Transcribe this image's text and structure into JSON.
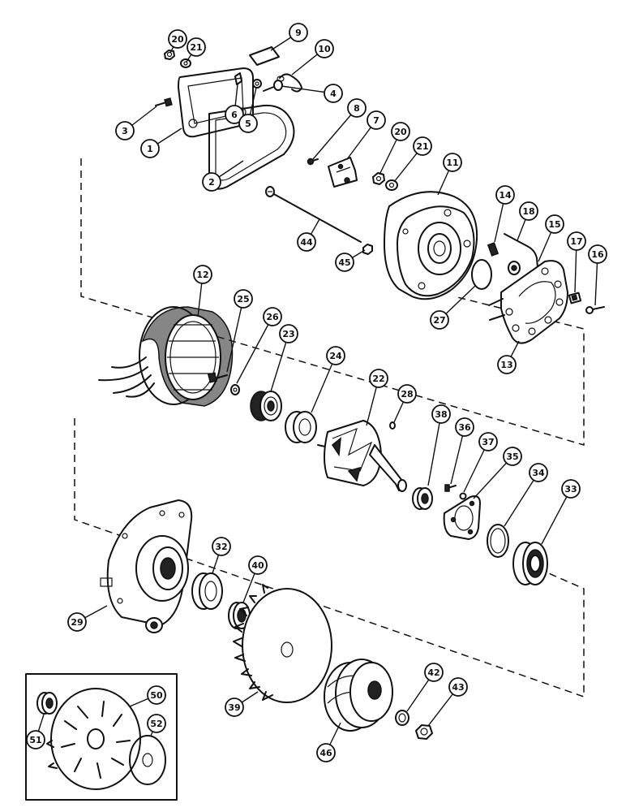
{
  "diagram": {
    "type": "exploded-parts-view",
    "callouts": [
      {
        "id": "c20a",
        "label": "20"
      },
      {
        "id": "c21a",
        "label": "21"
      },
      {
        "id": "c9",
        "label": "9"
      },
      {
        "id": "c10",
        "label": "10"
      },
      {
        "id": "c4",
        "label": "4"
      },
      {
        "id": "c6",
        "label": "6"
      },
      {
        "id": "c5",
        "label": "5"
      },
      {
        "id": "c3",
        "label": "3"
      },
      {
        "id": "c1",
        "label": "1"
      },
      {
        "id": "c2",
        "label": "2"
      },
      {
        "id": "c8",
        "label": "8"
      },
      {
        "id": "c7",
        "label": "7"
      },
      {
        "id": "c20b",
        "label": "20"
      },
      {
        "id": "c21b",
        "label": "21"
      },
      {
        "id": "c11",
        "label": "11"
      },
      {
        "id": "c14",
        "label": "14"
      },
      {
        "id": "c18",
        "label": "18"
      },
      {
        "id": "c15",
        "label": "15"
      },
      {
        "id": "c17",
        "label": "17"
      },
      {
        "id": "c16",
        "label": "16"
      },
      {
        "id": "c44",
        "label": "44"
      },
      {
        "id": "c45",
        "label": "45"
      },
      {
        "id": "c27",
        "label": "27"
      },
      {
        "id": "c13",
        "label": "13"
      },
      {
        "id": "c12",
        "label": "12"
      },
      {
        "id": "c25",
        "label": "25"
      },
      {
        "id": "c26",
        "label": "26"
      },
      {
        "id": "c23",
        "label": "23"
      },
      {
        "id": "c24",
        "label": "24"
      },
      {
        "id": "c22",
        "label": "22"
      },
      {
        "id": "c28",
        "label": "28"
      },
      {
        "id": "c38",
        "label": "38"
      },
      {
        "id": "c36",
        "label": "36"
      },
      {
        "id": "c37",
        "label": "37"
      },
      {
        "id": "c35",
        "label": "35"
      },
      {
        "id": "c34",
        "label": "34"
      },
      {
        "id": "c33",
        "label": "33"
      },
      {
        "id": "c32",
        "label": "32"
      },
      {
        "id": "c40",
        "label": "40"
      },
      {
        "id": "c29",
        "label": "29"
      },
      {
        "id": "c39",
        "label": "39"
      },
      {
        "id": "c42",
        "label": "42"
      },
      {
        "id": "c43",
        "label": "43"
      },
      {
        "id": "c46",
        "label": "46"
      },
      {
        "id": "c50",
        "label": "50"
      },
      {
        "id": "c51",
        "label": "51"
      },
      {
        "id": "c52",
        "label": "52"
      }
    ]
  }
}
